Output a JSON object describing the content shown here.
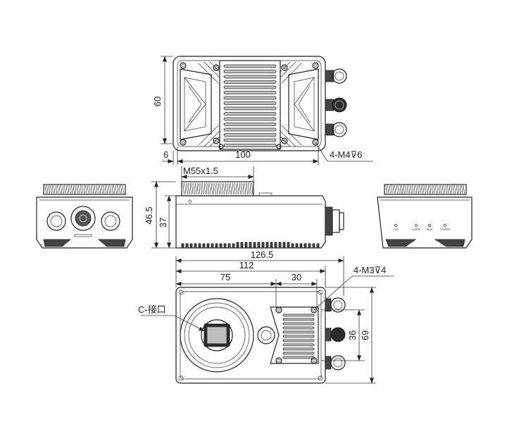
{
  "dimensions": {
    "height_60": "60",
    "offset_6": "6",
    "width_100": "100",
    "holes_top": "4-M4",
    "holes_top_depth": "6",
    "thread": "M55x1.5",
    "height_46_5": "46.5",
    "height_37": "37",
    "length_126_5": "126.5",
    "length_112": "112",
    "dist_75": "75",
    "dist_30": "30",
    "holes_bottom": "4-M3",
    "holes_bottom_depth": "4",
    "height_36": "36",
    "height_69": "69"
  },
  "labels": {
    "c_mount": "C-接口",
    "port_lan": "LAN",
    "port_user": "USER",
    "port_hmc": "HMC",
    "port_power": "POWER"
  },
  "depth_symbol": "⊽"
}
